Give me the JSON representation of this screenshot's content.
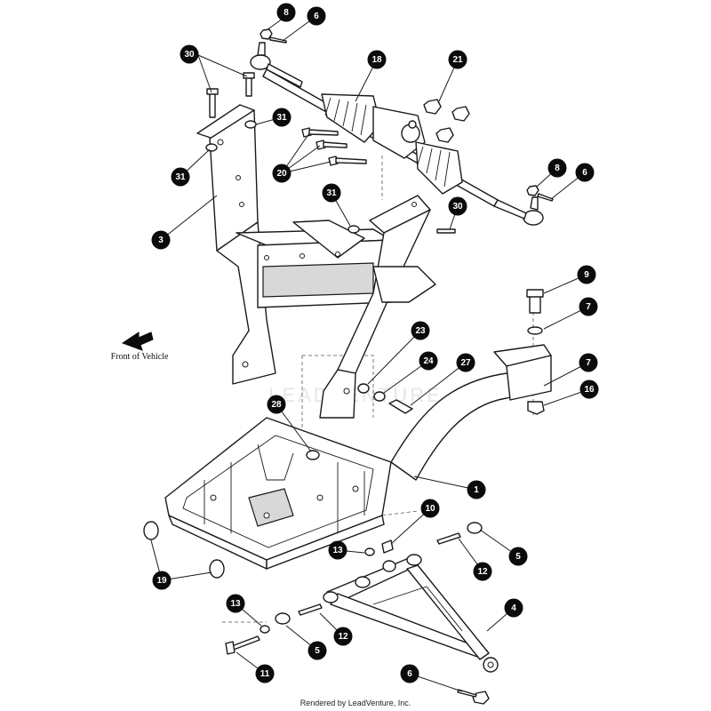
{
  "front_label": "Front of Vehicle",
  "watermark": "LEADVENTURE",
  "credit": "Rendered by LeadVenture, Inc.",
  "callouts": [
    {
      "n": "8"
    },
    {
      "n": "6"
    },
    {
      "n": "30"
    },
    {
      "n": "18"
    },
    {
      "n": "21"
    },
    {
      "n": "31"
    },
    {
      "n": "31"
    },
    {
      "n": "20"
    },
    {
      "n": "8"
    },
    {
      "n": "6"
    },
    {
      "n": "31"
    },
    {
      "n": "30"
    },
    {
      "n": "3"
    },
    {
      "n": "9"
    },
    {
      "n": "7"
    },
    {
      "n": "23"
    },
    {
      "n": "24"
    },
    {
      "n": "27"
    },
    {
      "n": "7"
    },
    {
      "n": "16"
    },
    {
      "n": "28"
    },
    {
      "n": "1"
    },
    {
      "n": "10"
    },
    {
      "n": "5"
    },
    {
      "n": "13"
    },
    {
      "n": "12"
    },
    {
      "n": "19"
    },
    {
      "n": "4"
    },
    {
      "n": "13"
    },
    {
      "n": "12"
    },
    {
      "n": "5"
    },
    {
      "n": "11"
    },
    {
      "n": "6"
    }
  ]
}
